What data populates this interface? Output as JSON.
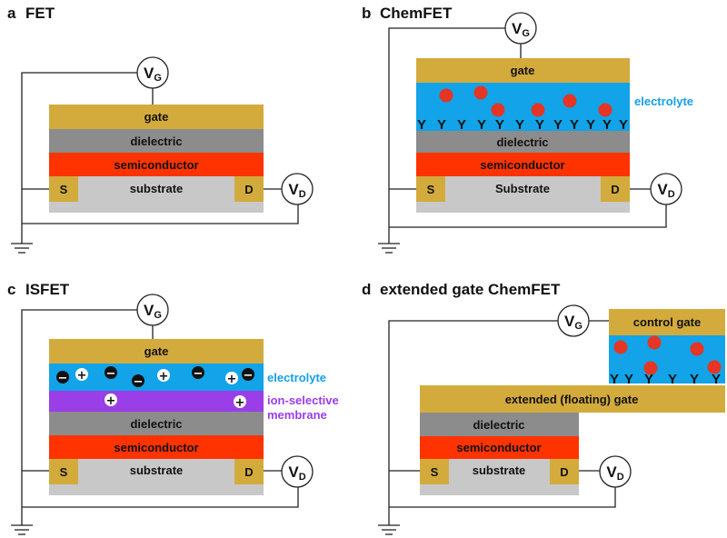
{
  "colors": {
    "gate": "#d3ab3c",
    "dielectric": "#8c8c8c",
    "semiconductor": "#ff3300",
    "substrate": "#c8c8c8",
    "electrolyte": "#12a3e8",
    "membrane": "#9a3ee8",
    "analyte": "#e53525",
    "electrolyte_text": "#14a0e5",
    "membrane_text": "#9a3ee8"
  },
  "panels": {
    "a": {
      "letter": "a",
      "title": "FET",
      "gate": "gate",
      "dielectric": "dielectric",
      "semiconductor": "semiconductor",
      "substrate": "substrate",
      "source": "S",
      "drain": "D",
      "vg_main": "V",
      "vg_sub": "G",
      "vd_main": "V",
      "vd_sub": "D"
    },
    "b": {
      "letter": "b",
      "title": "ChemFET",
      "gate": "gate",
      "electrolyte": "electrolyte",
      "dielectric": "dielectric",
      "semiconductor": "semiconductor",
      "substrate": "Substrate",
      "source": "S",
      "drain": "D",
      "vg_main": "V",
      "vg_sub": "G",
      "vd_main": "V",
      "vd_sub": "D",
      "receptor_glyph": "Y"
    },
    "c": {
      "letter": "c",
      "title": "ISFET",
      "gate": "gate",
      "electrolyte": "electrolyte",
      "membrane_line1": "ion-selective",
      "membrane_line2": "membrane",
      "dielectric": "dielectric",
      "semiconductor": "semiconductor",
      "substrate": "substrate",
      "source": "S",
      "drain": "D",
      "vg_main": "V",
      "vg_sub": "G",
      "vd_main": "V",
      "vd_sub": "D",
      "plus": "+",
      "minus": "−"
    },
    "d": {
      "letter": "d",
      "title": "extended gate ChemFET",
      "control_gate": "control gate",
      "extended_gate": "extended (floating) gate",
      "dielectric": "dielectric",
      "semiconductor": "semiconductor",
      "substrate": "substrate",
      "source": "S",
      "drain": "D",
      "vg_main": "V",
      "vg_sub": "G",
      "vd_main": "V",
      "vd_sub": "D",
      "receptor_glyph": "Y"
    }
  }
}
